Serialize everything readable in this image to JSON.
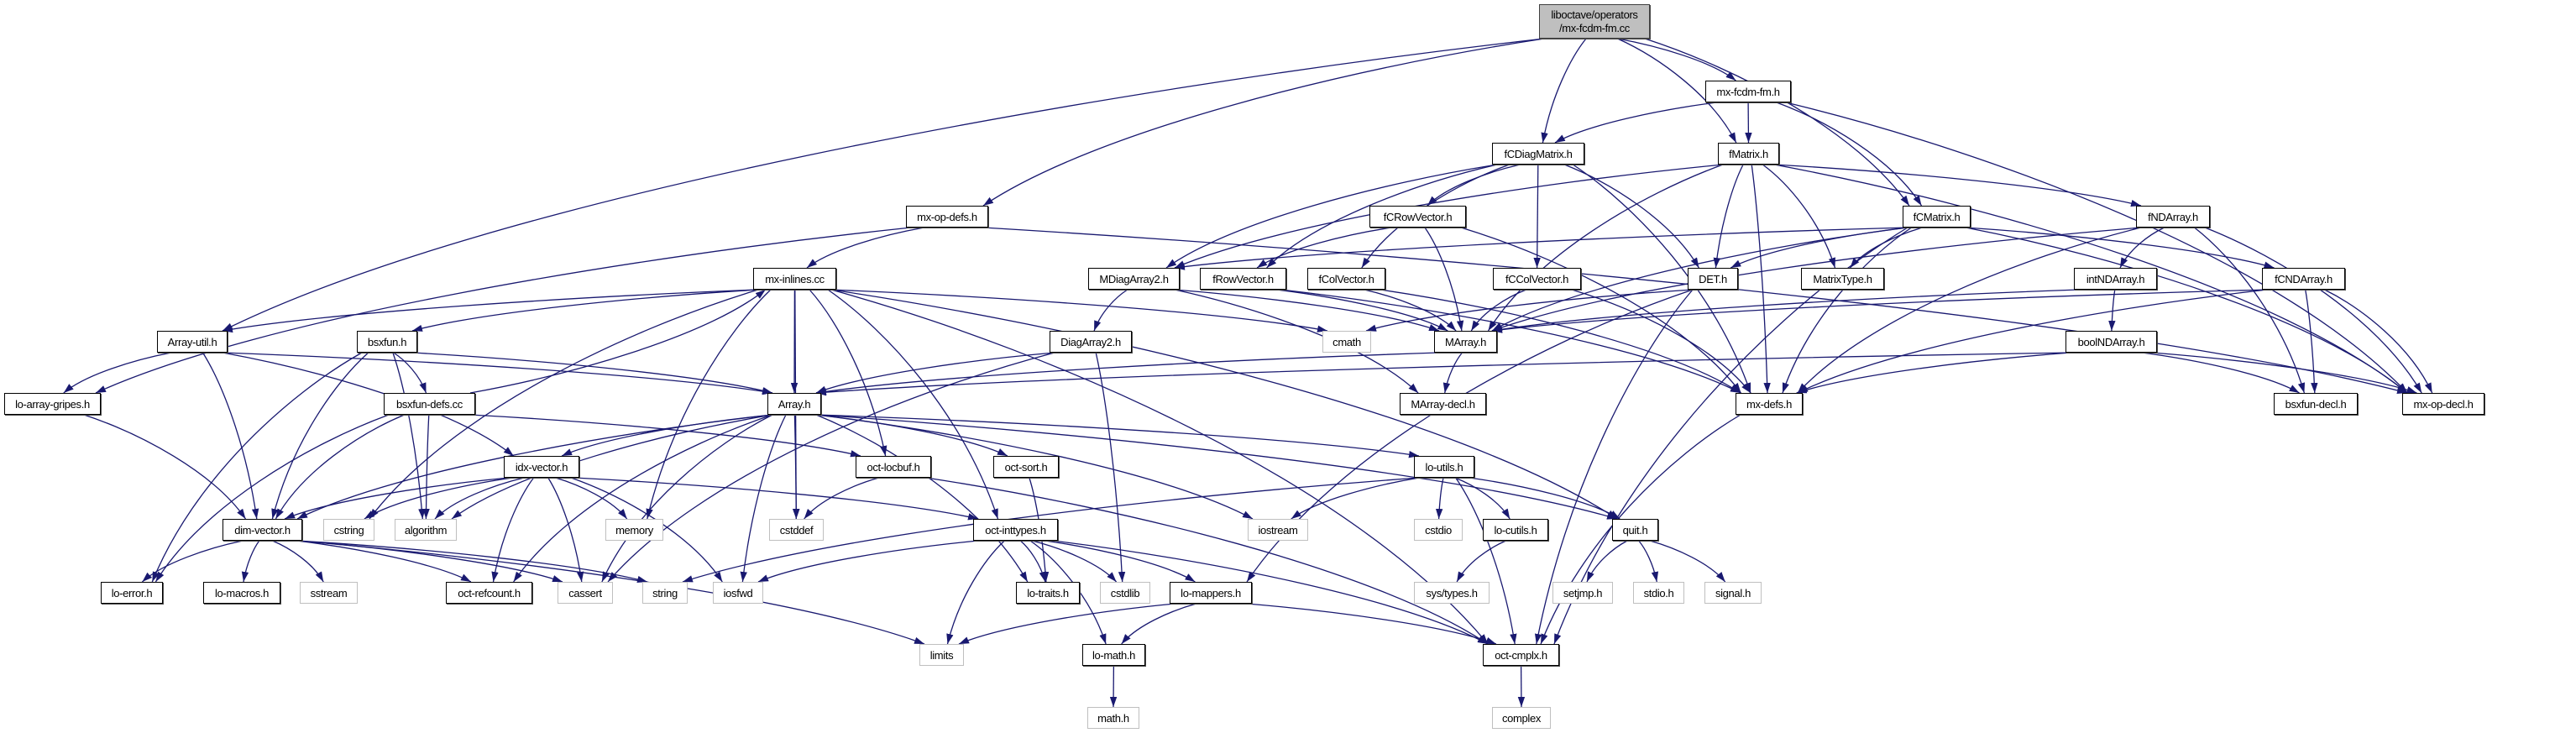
{
  "colors": {
    "edge": "#191970",
    "arrow": "#191970",
    "node_border": "#000000",
    "system_border": "#bfbfbf",
    "root_fill": "#bfbfbf",
    "background": "#ffffff"
  },
  "graph": {
    "type": "include-dependency-graph",
    "nodes": [
      {
        "label": "liboctave/operators/mx-fcdm-fm.cc",
        "label_lines": [
          "liboctave/operators",
          "/mx-fcdm-fm.cc"
        ],
        "kind": "root"
      },
      {
        "label": "mx-fcdm-fm.h",
        "kind": "local"
      },
      {
        "label": "fCDiagMatrix.h",
        "kind": "local"
      },
      {
        "label": "fMatrix.h",
        "kind": "local"
      },
      {
        "label": "mx-op-defs.h",
        "kind": "local"
      },
      {
        "label": "fCRowVector.h",
        "kind": "local"
      },
      {
        "label": "fCMatrix.h",
        "kind": "local"
      },
      {
        "label": "fNDArray.h",
        "kind": "local"
      },
      {
        "label": "mx-inlines.cc",
        "kind": "local"
      },
      {
        "label": "MDiagArray2.h",
        "kind": "local"
      },
      {
        "label": "fRowVector.h",
        "kind": "local"
      },
      {
        "label": "fColVector.h",
        "kind": "local"
      },
      {
        "label": "fCColVector.h",
        "kind": "local"
      },
      {
        "label": "DET.h",
        "kind": "local"
      },
      {
        "label": "MatrixType.h",
        "kind": "local"
      },
      {
        "label": "intNDArray.h",
        "kind": "local"
      },
      {
        "label": "fCNDArray.h",
        "kind": "local"
      },
      {
        "label": "Array-util.h",
        "kind": "local"
      },
      {
        "label": "bsxfun.h",
        "kind": "local"
      },
      {
        "label": "DiagArray2.h",
        "kind": "local"
      },
      {
        "label": "cmath",
        "kind": "system"
      },
      {
        "label": "MArray.h",
        "kind": "local"
      },
      {
        "label": "boolNDArray.h",
        "kind": "local"
      },
      {
        "label": "lo-array-gripes.h",
        "kind": "local"
      },
      {
        "label": "bsxfun-defs.cc",
        "kind": "local"
      },
      {
        "label": "Array.h",
        "kind": "local"
      },
      {
        "label": "MArray-decl.h",
        "kind": "local"
      },
      {
        "label": "mx-defs.h",
        "kind": "local"
      },
      {
        "label": "bsxfun-decl.h",
        "kind": "local"
      },
      {
        "label": "mx-op-decl.h",
        "kind": "local"
      },
      {
        "label": "idx-vector.h",
        "kind": "local"
      },
      {
        "label": "oct-locbuf.h",
        "kind": "local"
      },
      {
        "label": "oct-sort.h",
        "kind": "local"
      },
      {
        "label": "lo-utils.h",
        "kind": "local"
      },
      {
        "label": "dim-vector.h",
        "kind": "local"
      },
      {
        "label": "cstring",
        "kind": "system"
      },
      {
        "label": "algorithm",
        "kind": "system"
      },
      {
        "label": "memory",
        "kind": "system"
      },
      {
        "label": "cstddef",
        "kind": "system"
      },
      {
        "label": "oct-inttypes.h",
        "kind": "local"
      },
      {
        "label": "iostream",
        "kind": "system"
      },
      {
        "label": "cstdio",
        "kind": "system"
      },
      {
        "label": "lo-cutils.h",
        "kind": "local"
      },
      {
        "label": "quit.h",
        "kind": "local"
      },
      {
        "label": "lo-error.h",
        "kind": "local"
      },
      {
        "label": "lo-macros.h",
        "kind": "local"
      },
      {
        "label": "sstream",
        "kind": "system"
      },
      {
        "label": "oct-refcount.h",
        "kind": "local"
      },
      {
        "label": "cassert",
        "kind": "system"
      },
      {
        "label": "string",
        "kind": "system"
      },
      {
        "label": "iosfwd",
        "kind": "system"
      },
      {
        "label": "lo-traits.h",
        "kind": "local"
      },
      {
        "label": "cstdlib",
        "kind": "system"
      },
      {
        "label": "lo-mappers.h",
        "kind": "local"
      },
      {
        "label": "sys/types.h",
        "kind": "system"
      },
      {
        "label": "setjmp.h",
        "kind": "system"
      },
      {
        "label": "stdio.h",
        "kind": "system"
      },
      {
        "label": "signal.h",
        "kind": "system"
      },
      {
        "label": "limits",
        "kind": "system"
      },
      {
        "label": "lo-math.h",
        "kind": "local"
      },
      {
        "label": "oct-cmplx.h",
        "kind": "local"
      },
      {
        "label": "math.h",
        "kind": "system"
      },
      {
        "label": "complex",
        "kind": "system"
      }
    ],
    "edges": [
      [
        0,
        17
      ],
      [
        0,
        4
      ],
      [
        0,
        2
      ],
      [
        0,
        3
      ],
      [
        0,
        1
      ],
      [
        0,
        6
      ],
      [
        1,
        2
      ],
      [
        1,
        3
      ],
      [
        1,
        6
      ],
      [
        1,
        29
      ],
      [
        2,
        9
      ],
      [
        2,
        10
      ],
      [
        2,
        5
      ],
      [
        2,
        11
      ],
      [
        2,
        12
      ],
      [
        2,
        13
      ],
      [
        2,
        27
      ],
      [
        3,
        7
      ],
      [
        3,
        21
      ],
      [
        3,
        9
      ],
      [
        3,
        14
      ],
      [
        3,
        27
      ],
      [
        3,
        29
      ],
      [
        3,
        13
      ],
      [
        4,
        8
      ],
      [
        4,
        23
      ],
      [
        4,
        29
      ],
      [
        5,
        10
      ],
      [
        5,
        21
      ],
      [
        5,
        27
      ],
      [
        6,
        13
      ],
      [
        6,
        14
      ],
      [
        6,
        27
      ],
      [
        6,
        21
      ],
      [
        6,
        9
      ],
      [
        6,
        60
      ],
      [
        6,
        16
      ],
      [
        6,
        29
      ],
      [
        7,
        15
      ],
      [
        7,
        27
      ],
      [
        7,
        21
      ],
      [
        7,
        28
      ],
      [
        7,
        29
      ],
      [
        8,
        17
      ],
      [
        8,
        18
      ],
      [
        8,
        25
      ],
      [
        8,
        35
      ],
      [
        8,
        37
      ],
      [
        8,
        38
      ],
      [
        8,
        31
      ],
      [
        8,
        39
      ],
      [
        8,
        20
      ],
      [
        8,
        43
      ],
      [
        8,
        60
      ],
      [
        9,
        19
      ],
      [
        9,
        21
      ],
      [
        9,
        26
      ],
      [
        10,
        21
      ],
      [
        10,
        27
      ],
      [
        11,
        21
      ],
      [
        11,
        27
      ],
      [
        12,
        21
      ],
      [
        12,
        27
      ],
      [
        13,
        60
      ],
      [
        13,
        53
      ],
      [
        13,
        20
      ],
      [
        15,
        22
      ],
      [
        15,
        21
      ],
      [
        16,
        21
      ],
      [
        16,
        27
      ],
      [
        16,
        28
      ],
      [
        16,
        29
      ],
      [
        17,
        25
      ],
      [
        17,
        34
      ],
      [
        17,
        30
      ],
      [
        17,
        23
      ],
      [
        18,
        24
      ],
      [
        18,
        25
      ],
      [
        18,
        34
      ],
      [
        18,
        36
      ],
      [
        18,
        44
      ],
      [
        19,
        25
      ],
      [
        19,
        52
      ],
      [
        19,
        48
      ],
      [
        21,
        25
      ],
      [
        21,
        26
      ],
      [
        22,
        25
      ],
      [
        22,
        27
      ],
      [
        22,
        28
      ],
      [
        22,
        29
      ],
      [
        23,
        34
      ],
      [
        24,
        8
      ],
      [
        24,
        34
      ],
      [
        24,
        36
      ],
      [
        24,
        31
      ],
      [
        24,
        44
      ],
      [
        25,
        30
      ],
      [
        25,
        34
      ],
      [
        25,
        36
      ],
      [
        25,
        38
      ],
      [
        25,
        48
      ],
      [
        25,
        50
      ],
      [
        25,
        51
      ],
      [
        25,
        33
      ],
      [
        25,
        32
      ],
      [
        25,
        43
      ],
      [
        25,
        47
      ],
      [
        25,
        40
      ],
      [
        27,
        60
      ],
      [
        30,
        34
      ],
      [
        30,
        35
      ],
      [
        30,
        36
      ],
      [
        30,
        37
      ],
      [
        30,
        48
      ],
      [
        30,
        50
      ],
      [
        30,
        47
      ],
      [
        30,
        39
      ],
      [
        31,
        38
      ],
      [
        31,
        60
      ],
      [
        32,
        51
      ],
      [
        33,
        40
      ],
      [
        33,
        41
      ],
      [
        33,
        42
      ],
      [
        33,
        43
      ],
      [
        33,
        60
      ],
      [
        33,
        49
      ],
      [
        34,
        44
      ],
      [
        34,
        45
      ],
      [
        34,
        46
      ],
      [
        34,
        47
      ],
      [
        34,
        48
      ],
      [
        34,
        49
      ],
      [
        34,
        58
      ],
      [
        39,
        51
      ],
      [
        39,
        52
      ],
      [
        39,
        58
      ],
      [
        39,
        59
      ],
      [
        39,
        60
      ],
      [
        39,
        53
      ],
      [
        39,
        50
      ],
      [
        42,
        54
      ],
      [
        43,
        55
      ],
      [
        43,
        56
      ],
      [
        43,
        57
      ],
      [
        53,
        58
      ],
      [
        53,
        59
      ],
      [
        53,
        60
      ],
      [
        59,
        61
      ],
      [
        60,
        62
      ]
    ]
  }
}
